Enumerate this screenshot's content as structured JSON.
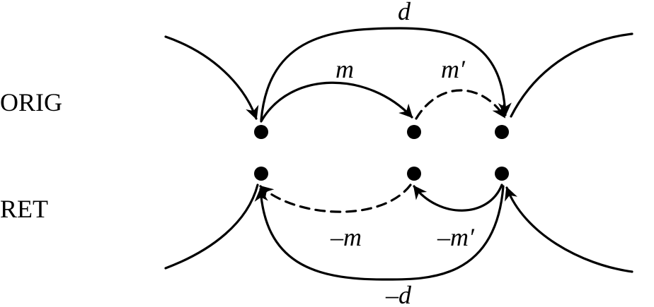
{
  "rows": {
    "orig": "ORIG",
    "ret": "RET"
  },
  "edges": {
    "orig": [
      {
        "id": "d",
        "label": "d",
        "style": "solid"
      },
      {
        "id": "m",
        "label": "m",
        "style": "solid"
      },
      {
        "id": "m_prime",
        "label": "m′",
        "style": "dashed"
      }
    ],
    "ret": [
      {
        "id": "neg_m",
        "label": "–m",
        "style": "dashed"
      },
      {
        "id": "neg_m_prime",
        "label": "–m′",
        "style": "solid"
      },
      {
        "id": "neg_d",
        "label": "–d",
        "style": "solid"
      }
    ]
  },
  "nodes_per_row": 3
}
